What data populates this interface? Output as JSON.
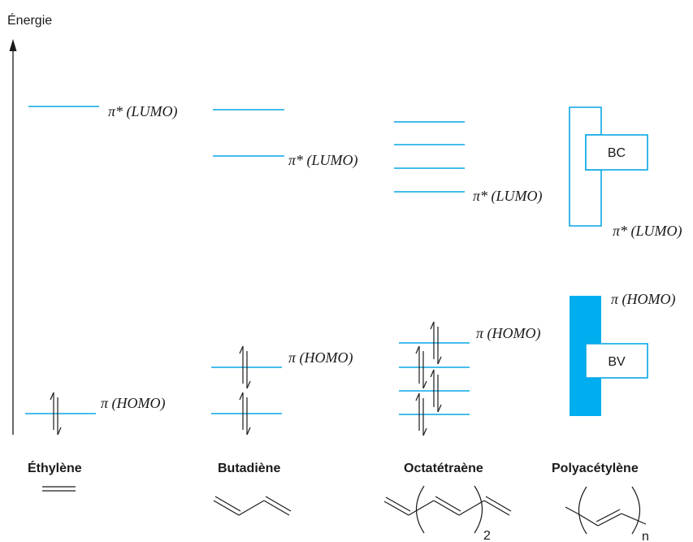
{
  "axis": {
    "label": "Énergie"
  },
  "molecules": {
    "ethylene": {
      "name": "Éthylène",
      "lumo": "π* (LUMO)",
      "homo": "π (HOMO)"
    },
    "butadiene": {
      "name": "Butadiène",
      "lumo": "π* (LUMO)",
      "homo": "π (HOMO)"
    },
    "octatetraene": {
      "name": "Octatétraène",
      "lumo": "π* (LUMO)",
      "homo": "π (HOMO)",
      "repeat": "2"
    },
    "polyacetylene": {
      "name": "Polyacétylène",
      "lumo": "π* (LUMO)",
      "homo": "π (HOMO)",
      "repeat": "n",
      "conduction_band": "BC",
      "valence_band": "BV"
    }
  },
  "colors": {
    "level": "#0aa6e6",
    "band_fill": "#00aeef",
    "text": "#1a1a1a"
  }
}
